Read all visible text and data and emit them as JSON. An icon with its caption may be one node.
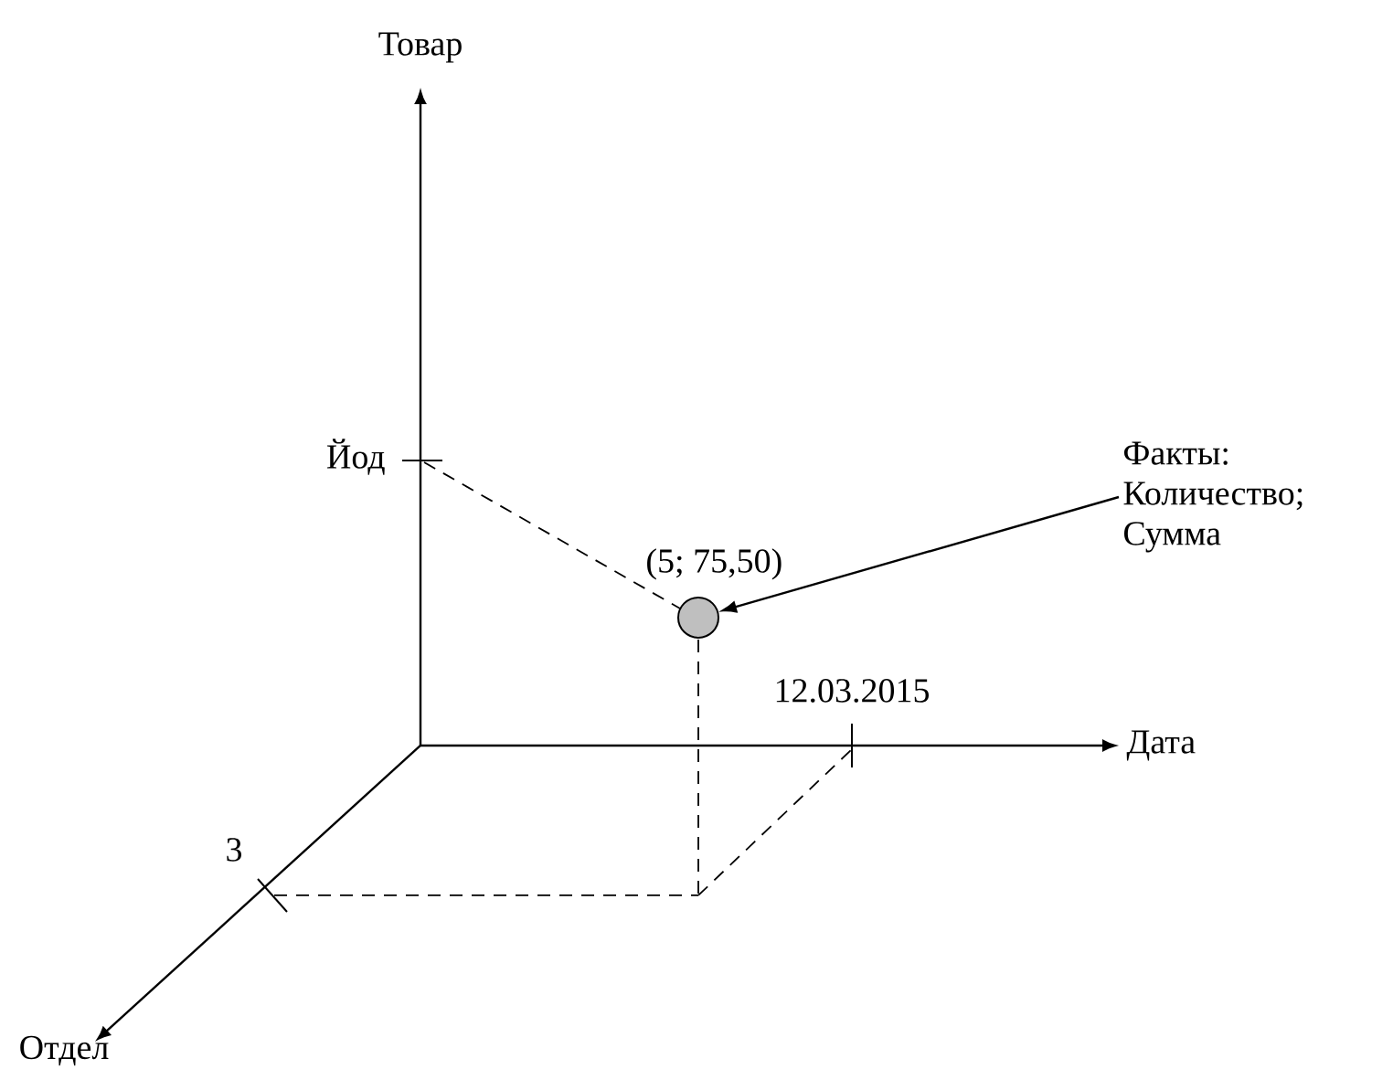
{
  "diagram": {
    "nodes": [
      {
        "text": [
          "Факты: Количество; Сумма"
        ]
      },
      {
        "text": [],
        "shape": "circle",
        "beside": [
          "(5; 75,50)"
        ]
      }
    ],
    "edges": [
      {
        "from": 0,
        "to": 1,
        "arrow": "to"
      }
    ],
    "labels": [
      "Товар",
      "Йод",
      "12.03.2015",
      "Дата",
      "3",
      "Отдел"
    ]
  }
}
